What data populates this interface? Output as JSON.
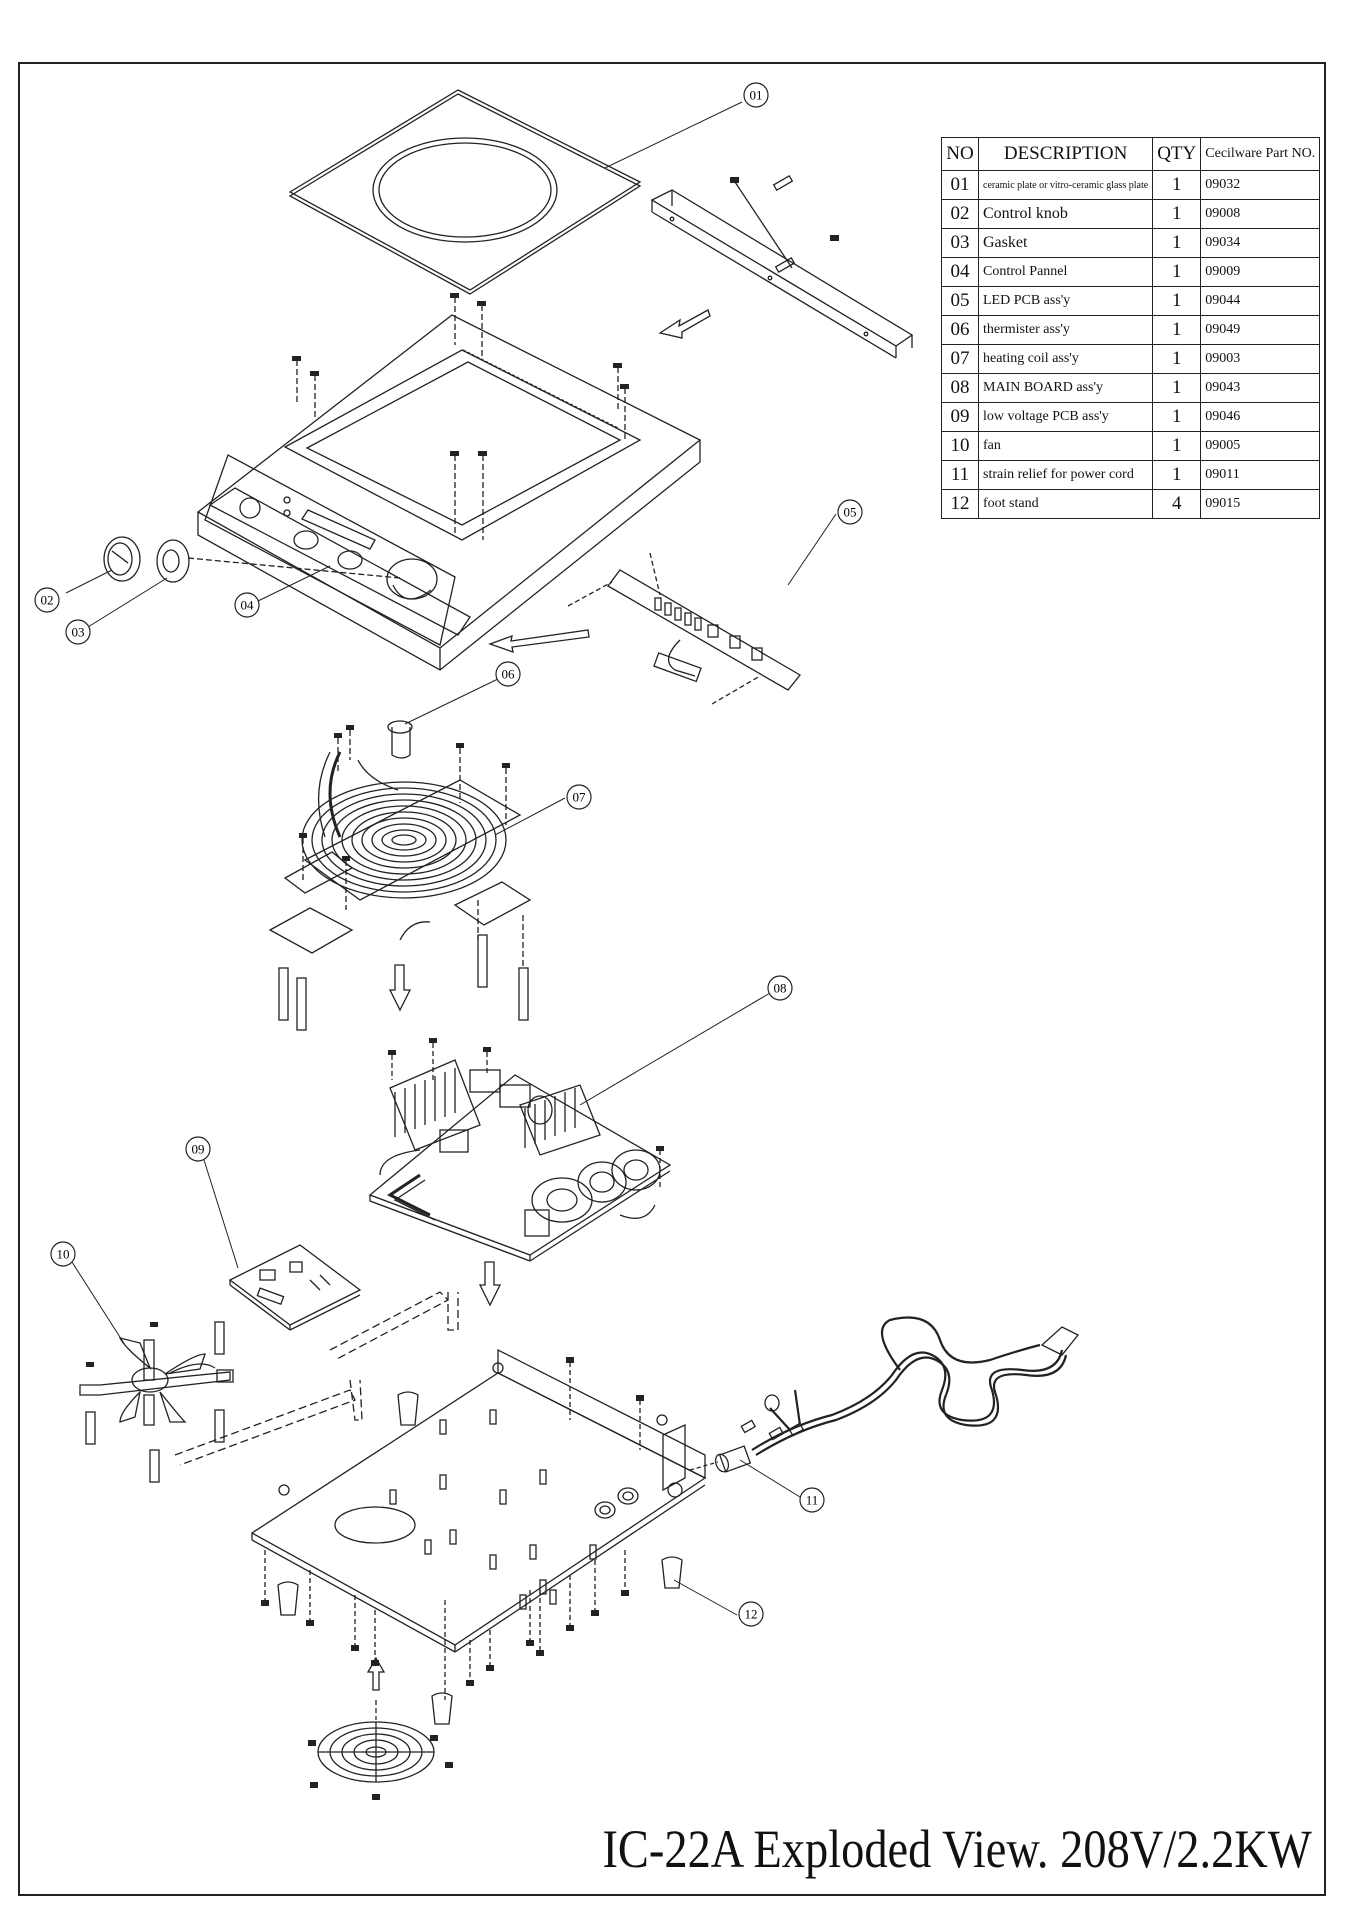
{
  "table": {
    "headers": {
      "no": "NO",
      "description": "DESCRIPTION",
      "qty": "QTY",
      "part": "Cecilware Part NO."
    },
    "rows": [
      {
        "no": "01",
        "description": "ceramic plate or vitro-ceramic glass plate",
        "qty": "1",
        "part": "09032"
      },
      {
        "no": "02",
        "description": "Control knob",
        "qty": "1",
        "part": "09008"
      },
      {
        "no": "03",
        "description": "Gasket",
        "qty": "1",
        "part": "09034"
      },
      {
        "no": "04",
        "description": "Control Pannel",
        "qty": "1",
        "part": "09009"
      },
      {
        "no": "05",
        "description": "LED PCB ass'y",
        "qty": "1",
        "part": "09044"
      },
      {
        "no": "06",
        "description": "thermister ass'y",
        "qty": "1",
        "part": "09049"
      },
      {
        "no": "07",
        "description": "heating coil ass'y",
        "qty": "1",
        "part": "09003"
      },
      {
        "no": "08",
        "description": "MAIN BOARD ass'y",
        "qty": "1",
        "part": "09043"
      },
      {
        "no": "09",
        "description": "low voltage PCB ass'y",
        "qty": "1",
        "part": "09046"
      },
      {
        "no": "10",
        "description": "fan",
        "qty": "1",
        "part": "09005"
      },
      {
        "no": "11",
        "description": "strain relief for power cord",
        "qty": "1",
        "part": "09011"
      },
      {
        "no": "12",
        "description": "foot stand",
        "qty": "4",
        "part": "09015"
      }
    ]
  },
  "callouts": [
    "01",
    "02",
    "03",
    "04",
    "05",
    "06",
    "07",
    "08",
    "09",
    "10",
    "11",
    "12"
  ],
  "title": "IC-22A Exploded View. 208V/2.2KW"
}
